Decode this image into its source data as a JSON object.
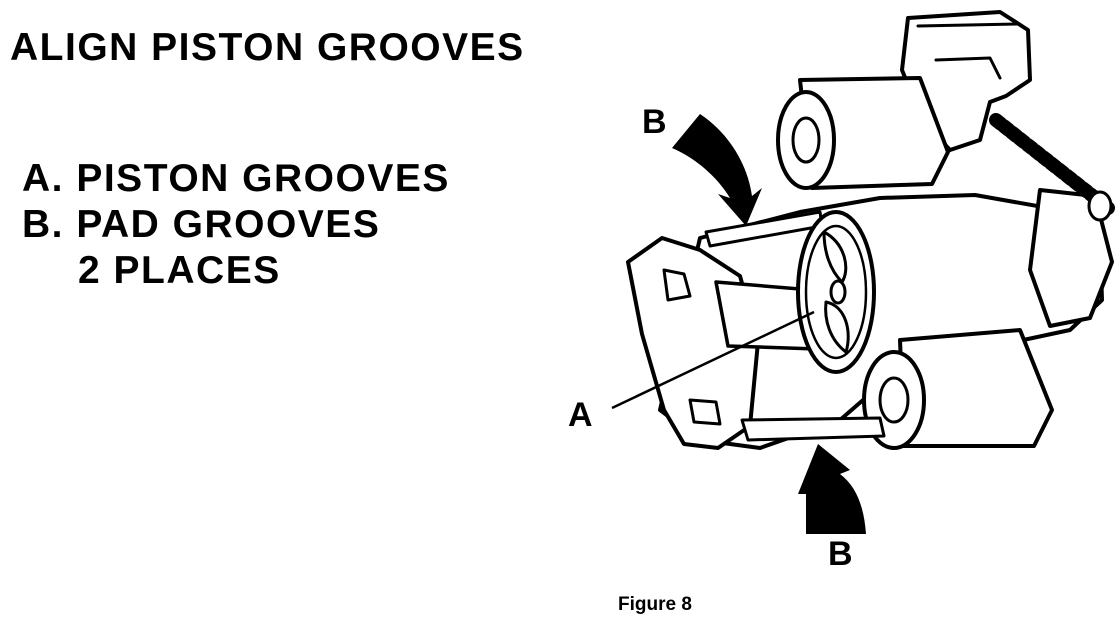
{
  "title": "ALIGN PISTON GROOVES",
  "legend": {
    "item_a": "A. PISTON GROOVES",
    "item_b": "B. PAD GROOVES",
    "item_b_note": "2 PLACES"
  },
  "callouts": {
    "a": "A",
    "b_top": "B",
    "b_bottom": "B"
  },
  "caption": "Figure 8"
}
